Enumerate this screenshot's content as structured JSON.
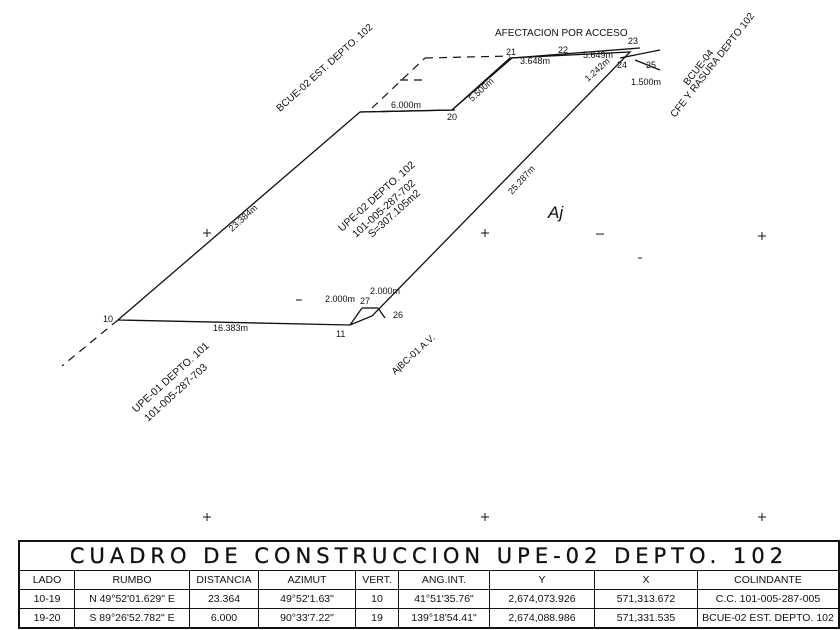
{
  "plan": {
    "access_label": "AFECTACION POR ACCESO",
    "neighbor_top": "BCUE-02 EST. DEPTO. 102",
    "neighbor_right_1": "BCUE-04",
    "neighbor_right_2": "CFE Y RASURA DEPTO 102",
    "lot_name": "UPE-02 DEPTO. 102",
    "lot_key": "101-005-287-702",
    "lot_area": "S=307.105m2",
    "neighbor_bottom_name": "UPE-01 DEPTO. 101",
    "neighbor_bottom_key": "101-005-287-703",
    "neighbor_bottom_right": "AjBC-01 A.V.",
    "handwriting": "Aj",
    "vertices": [
      "10",
      "11",
      "20",
      "21",
      "22",
      "23",
      "24",
      "25",
      "26",
      "27"
    ],
    "distances": {
      "d_10_20": "23.384m",
      "d_19_20": "6.000m",
      "d_20_21": "5.500m",
      "d_21_22": "3.648m",
      "d_22_23": "5.649m",
      "d_23_24": "1.242m",
      "d_25": "1.500m",
      "d_23_26": "25.287m",
      "d_10_11": "16.383m",
      "d_11_27": "2.000m",
      "d_27_26": "2.000m"
    }
  },
  "table": {
    "title": "CUADRO DE CONSTRUCCION UPE-02 DEPTO. 102",
    "headers": [
      "LADO",
      "RUMBO",
      "DISTANCIA",
      "AZIMUT",
      "VERT.",
      "ANG.INT.",
      "Y",
      "X",
      "COLINDANTE"
    ],
    "rows": [
      [
        "10-19",
        "N 49°52'01.629\" E",
        "23.364",
        "49°52'1.63\"",
        "10",
        "41°51'35.76\"",
        "2,674,073.926",
        "571,313.672",
        "C.C. 101-005-287-005"
      ],
      [
        "19-20",
        "S 89°26'52.782\" E",
        "6.000",
        "90°33'7.22\"",
        "19",
        "139°18'54.41\"",
        "2,674,088.986",
        "571,331.535",
        "BCUE-02 EST. DEPTO. 102"
      ]
    ]
  }
}
